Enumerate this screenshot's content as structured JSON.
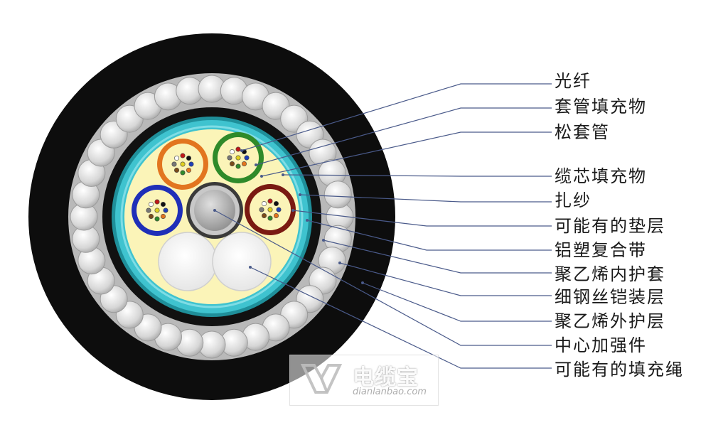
{
  "labels": [
    "光纤",
    "套管填充物",
    "松套管",
    "缆芯填充物",
    "扎纱",
    "可能有的垫层",
    "铝塑复合带",
    "聚乙烯内护套",
    "细钢丝铠装层",
    "聚乙烯外护层",
    "中心加强件",
    "可能有的填充绳"
  ],
  "colors": {
    "outer_sheath": "#0d0d0d",
    "armor_wire": "#d9d9d9",
    "inner_sheath": "#111111",
    "aluminum_tape": "#3fc3cf",
    "core_filler": "#fbf4b8",
    "tube_orange": "#e2751f",
    "tube_green": "#2f8a2a",
    "tube_blue": "#1f2fb8",
    "tube_brown": "#7a1a12",
    "strength_member": "#a8a8a8",
    "leader_line": "#4a5a8a"
  },
  "watermark": {
    "title": "电缆宝",
    "url": "dianlanbao.com"
  }
}
